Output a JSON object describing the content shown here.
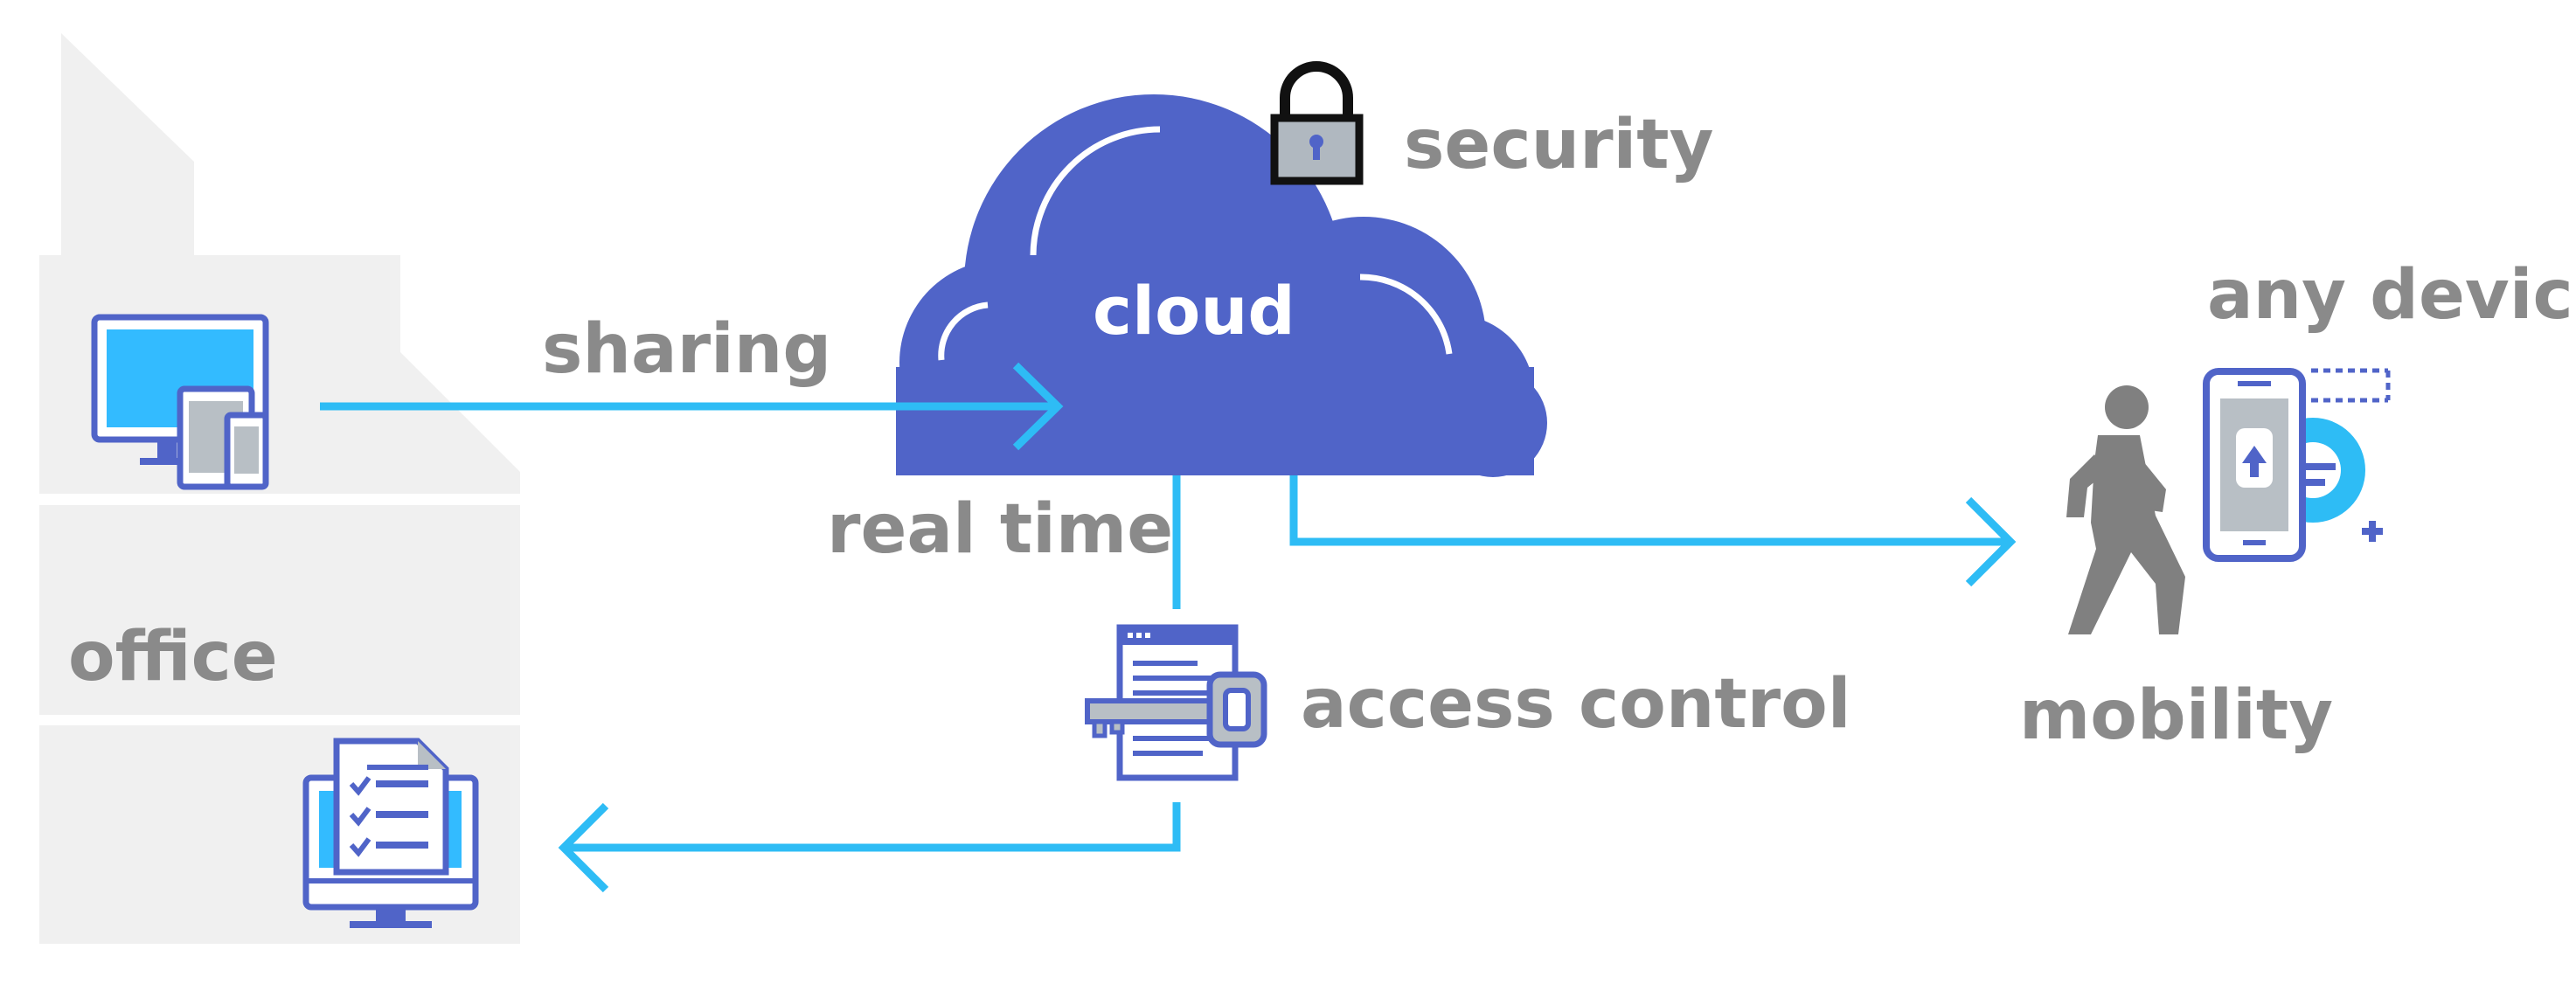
{
  "labels": {
    "office": "office",
    "sharing": "sharing",
    "cloud": "cloud",
    "security": "security",
    "real_time": "real time",
    "access_control": "access control",
    "any_device": "any device",
    "mobility": "mobility"
  },
  "colors": {
    "cloud": "#5064c8",
    "arrow": "#2ebcf5",
    "label": "#8a8a8a",
    "building": "#f0f0f0",
    "icon_outline": "#5064c8",
    "screen": "#33bbff",
    "person": "#808080",
    "lock_body": "#b0b8c0"
  },
  "icons": {
    "building": "office-building-icon",
    "computer": "desktop-with-devices-icon",
    "cloud": "cloud-icon",
    "lock": "padlock-icon",
    "document_key": "document-with-key-icon",
    "monitor_checklist": "monitor-checklist-icon",
    "person": "walking-person-icon",
    "phone": "smartphone-upload-icon",
    "gear": "gear-icon"
  }
}
